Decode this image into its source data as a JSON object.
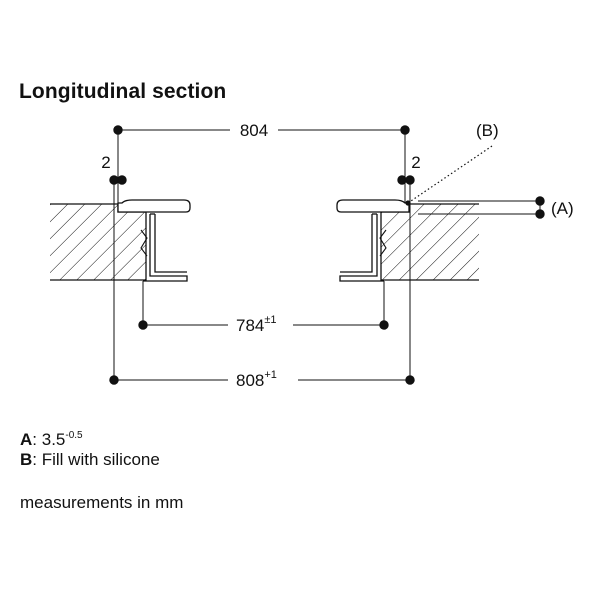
{
  "title": "Longitudinal section",
  "dimensions": {
    "top_width": "804",
    "left_gap": "2",
    "right_gap": "2",
    "inner_width": "784",
    "inner_tol": "±1",
    "cutout_width": "808",
    "cutout_tol": "+1"
  },
  "callouts": {
    "a": "(A)",
    "b": "(B)"
  },
  "legend": {
    "a_key": "A",
    "a_value": "3.5",
    "a_tol": "-0.5",
    "b_key": "B",
    "b_text": "Fill with silicone"
  },
  "units_note": "measurements in mm",
  "colors": {
    "line": "#111111",
    "background": "#ffffff"
  }
}
